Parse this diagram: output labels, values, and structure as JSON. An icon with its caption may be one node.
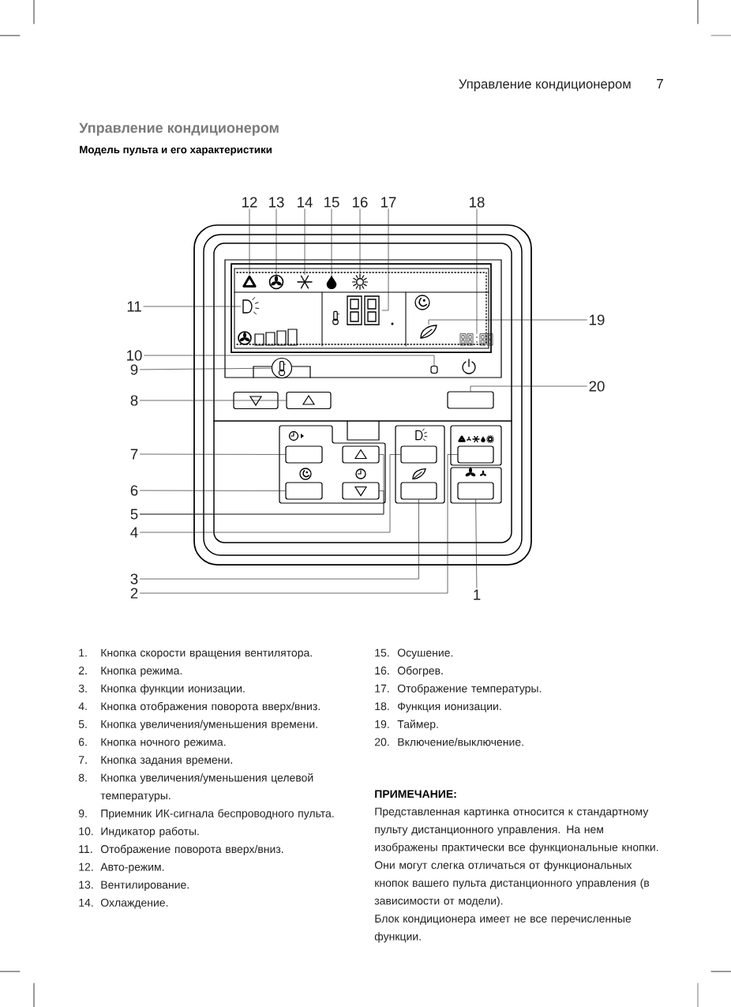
{
  "diagram": {
    "title": "Управление кондиционером",
    "nodes": [
      {
        "text": [
          "1"
        ]
      },
      {
        "text": [
          "2"
        ]
      },
      {
        "text": [
          "3"
        ]
      },
      {
        "text": [
          "4"
        ]
      },
      {
        "text": [
          "5"
        ]
      },
      {
        "text": [
          "6"
        ]
      },
      {
        "text": [
          "7"
        ]
      },
      {
        "text": [
          "8"
        ]
      },
      {
        "text": [
          "9"
        ]
      },
      {
        "text": [
          "10"
        ]
      },
      {
        "text": [
          "11"
        ]
      },
      {
        "text": [
          "12"
        ]
      },
      {
        "text": [
          "13"
        ]
      },
      {
        "text": [
          "14"
        ]
      },
      {
        "text": [
          "15"
        ]
      },
      {
        "text": [
          "16"
        ]
      },
      {
        "text": [
          "17"
        ]
      },
      {
        "text": [
          "18"
        ]
      },
      {
        "text": [
          "19"
        ]
      },
      {
        "text": [
          "20"
        ]
      },
      {
        "text": [],
        "shape": "box"
      },
      {
        "text": [],
        "shape": "box"
      },
      {
        "text": [],
        "shape": "box"
      },
      {
        "text": [],
        "shape": "box"
      },
      {
        "text": [],
        "shape": "box"
      },
      {
        "text": [],
        "shape": "box"
      },
      {
        "text": [],
        "shape": "box"
      },
      {
        "text": [],
        "shape": "box"
      },
      {
        "text": [],
        "shape": "box"
      },
      {
        "text": [],
        "shape": "box"
      },
      {
        "text": [],
        "shape": "circle"
      },
      {
        "text": [],
        "shape": "box"
      },
      {
        "text": [],
        "shape": "icon"
      },
      {
        "text": [],
        "shape": "icon"
      },
      {
        "text": [],
        "shape": "icon"
      },
      {
        "text": [],
        "shape": "icon"
      },
      {
        "text": [],
        "shape": "icon"
      },
      {
        "text": [],
        "shape": "icon"
      },
      {
        "text": [],
        "shape": "display"
      },
      {
        "text": [],
        "shape": "display"
      },
      {
        "text": [],
        "shape": "icon"
      },
      {
        "text": [],
        "shape": "box"
      }
    ],
    "edges": [
      {
        "from": 0,
        "to": 20,
        "arrow": "none"
      },
      {
        "from": 1,
        "to": 21,
        "arrow": "none"
      },
      {
        "from": 2,
        "to": 22,
        "arrow": "none"
      },
      {
        "from": 3,
        "to": 23,
        "arrow": "none"
      },
      {
        "from": 4,
        "to": 24,
        "arrow": "none"
      },
      {
        "from": 4,
        "to": 25,
        "arrow": "none"
      },
      {
        "from": 5,
        "to": 26,
        "arrow": "none"
      },
      {
        "from": 6,
        "to": 27,
        "arrow": "none"
      },
      {
        "from": 7,
        "to": 29,
        "arrow": "none"
      },
      {
        "from": 8,
        "to": 30,
        "arrow": "none"
      },
      {
        "from": 9,
        "to": 31,
        "arrow": "none"
      },
      {
        "from": 10,
        "to": 32,
        "arrow": "none"
      },
      {
        "from": 11,
        "to": 33,
        "arrow": "none"
      },
      {
        "from": 12,
        "to": 34,
        "arrow": "none"
      },
      {
        "from": 13,
        "to": 35,
        "arrow": "none"
      },
      {
        "from": 14,
        "to": 36,
        "arrow": "none"
      },
      {
        "from": 15,
        "to": 37,
        "arrow": "none"
      },
      {
        "from": 16,
        "to": 38,
        "arrow": "none"
      },
      {
        "from": 17,
        "to": 39,
        "arrow": "none"
      },
      {
        "from": 18,
        "to": 40,
        "arrow": "none"
      },
      {
        "from": 19,
        "to": 41,
        "arrow": "none"
      }
    ],
    "labels": [
      "Управление кондиционером",
      "7",
      "Модель пульта и его характеристики",
      "1.",
      "Кнопка скорости вращения вентилятора.",
      "2.",
      "Кнопка режима.",
      "3.",
      "Кнопка функции ионизации.",
      "4.",
      "Кнопка отображения поворота вверх/вниз.",
      "5.",
      "Кнопка увеличения/уменьшения времени.",
      "6.",
      "Кнопка ночного режима.",
      "7.",
      "Кнопка задания времени.",
      "8.",
      "Кнопка увеличения/уменьшения целевой температуры.",
      "9.",
      "Приемник ИК-сигнала беспроводного пульта.",
      "10.",
      "Индикатор работы.",
      "11.",
      "Отображение поворота вверх/вниз.",
      "12.",
      "Авто-режим.",
      "13.",
      "Вентилирование.",
      "14.",
      "Охлаждение.",
      "15.",
      "Осушение.",
      "16.",
      "Обогрев.",
      "17.",
      "Отображение температуры.",
      "18.",
      "Функция ионизации.",
      "19.",
      "Таймер.",
      "20.",
      "Включение/выключение.",
      "ПРИМЕЧАНИЕ:",
      "Представленная картинка относится к стандартному пульту дистанционного управления. На нем изображены практически все функциональные кнопки. Они могут слегка отличаться от функциональных кнопок вашего пульта дистанционного управления (в зависимости от модели).",
      "Блок кондиционера имеет не все перечисленные функции."
    ]
  }
}
